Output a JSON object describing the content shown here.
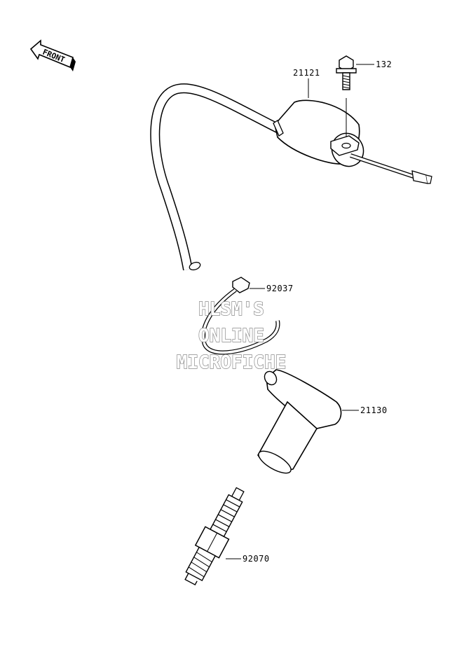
{
  "front_label": "FRONT",
  "parts": {
    "p132": "132",
    "p21121": "21121",
    "p92037": "92037",
    "p21130": "21130",
    "p92070": "92070"
  },
  "watermark": {
    "line1": "HLSM'S",
    "line2": "ONLINE",
    "line3": "MICROFICHE"
  }
}
